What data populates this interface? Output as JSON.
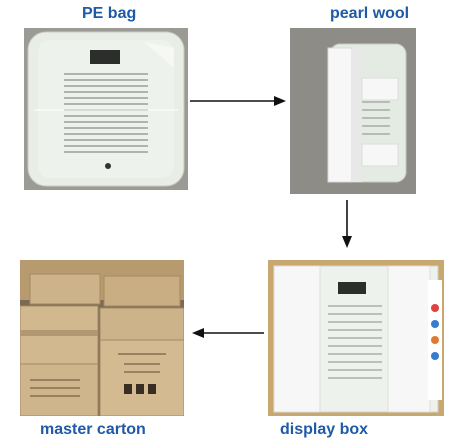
{
  "steps": {
    "pe_bag": {
      "label": "PE bag"
    },
    "pearl_wool": {
      "label": "pearl wool"
    },
    "display_box": {
      "label": "display box"
    },
    "master_carton": {
      "label": "master carton"
    }
  },
  "colors": {
    "label": "#1f5aa6",
    "arrow": "#111111",
    "scale_glass": "#eef2ec",
    "foam": "#f7f7f7",
    "carton": "#cdb38a",
    "backdrop": "#8e8c86"
  }
}
